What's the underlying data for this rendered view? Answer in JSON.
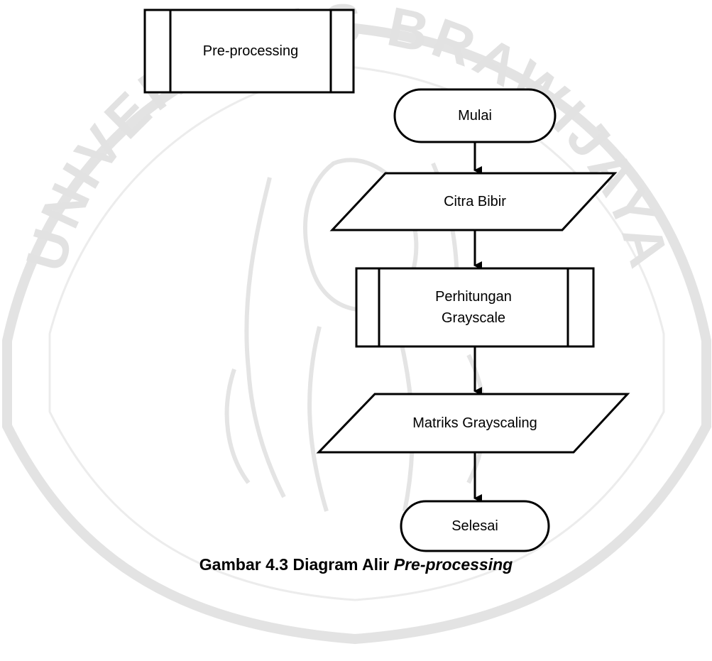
{
  "watermark": {
    "arc_text": "UNIVERSITAS BRAWIJAYA",
    "color": "#d9d9d9"
  },
  "legend": {
    "label": "Pre-processing"
  },
  "flowchart": {
    "nodes": [
      {
        "id": "mulai",
        "shape": "terminator",
        "label": "Mulai"
      },
      {
        "id": "citra-bibir",
        "shape": "data",
        "label": "Citra Bibir"
      },
      {
        "id": "perhitungan-grayscale",
        "shape": "predefined-process",
        "label": "Perhitungan\nGrayscale"
      },
      {
        "id": "matriks-grayscaling",
        "shape": "data",
        "label": "Matriks Grayscaling"
      },
      {
        "id": "selesai",
        "shape": "terminator",
        "label": "Selesai"
      }
    ],
    "edges": [
      {
        "from": "mulai",
        "to": "citra-bibir"
      },
      {
        "from": "citra-bibir",
        "to": "perhitungan-grayscale"
      },
      {
        "from": "perhitungan-grayscale",
        "to": "matriks-grayscaling"
      },
      {
        "from": "matriks-grayscaling",
        "to": "selesai"
      }
    ],
    "stroke_color": "#000000"
  },
  "caption": {
    "prefix": "Gambar 4.3 Diagram Alir ",
    "italic": "Pre-processing"
  }
}
